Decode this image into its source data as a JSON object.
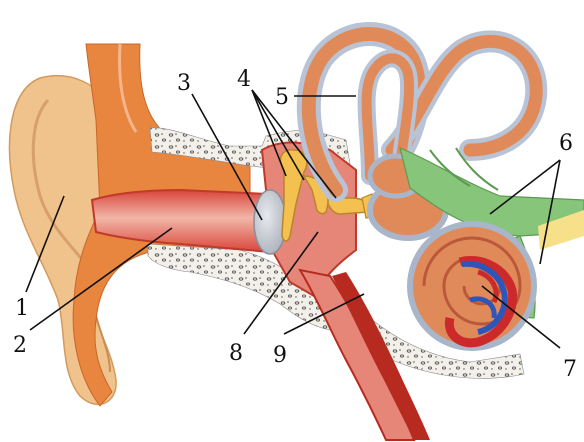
{
  "figure": {
    "callouts": [
      {
        "id": "1",
        "text": "1"
      },
      {
        "id": "2",
        "text": "2"
      },
      {
        "id": "3",
        "text": "3"
      },
      {
        "id": "4",
        "text": "4"
      },
      {
        "id": "5",
        "text": "5"
      },
      {
        "id": "6",
        "text": "6"
      },
      {
        "id": "7",
        "text": "7"
      },
      {
        "id": "8",
        "text": "8"
      },
      {
        "id": "9",
        "text": "9"
      }
    ],
    "colors": {
      "auricle": "#f0c28c",
      "outer_tissue": "#e8863f",
      "canal": "#e58679",
      "canal_wall": "#d23c2a",
      "bone": "#f3f0ea",
      "bone_speckle": "#555555",
      "eardrum": "#c8ccd3",
      "ossicles": "#f4c050",
      "labyrinth": "#e08a5a",
      "labyrinth_outline": "#b8c4d6",
      "nerve": "#86c57a",
      "blue_vessel": "#2e55b8",
      "red_vessel": "#cc2a2a",
      "tube_dark": "#b72a1f"
    }
  }
}
